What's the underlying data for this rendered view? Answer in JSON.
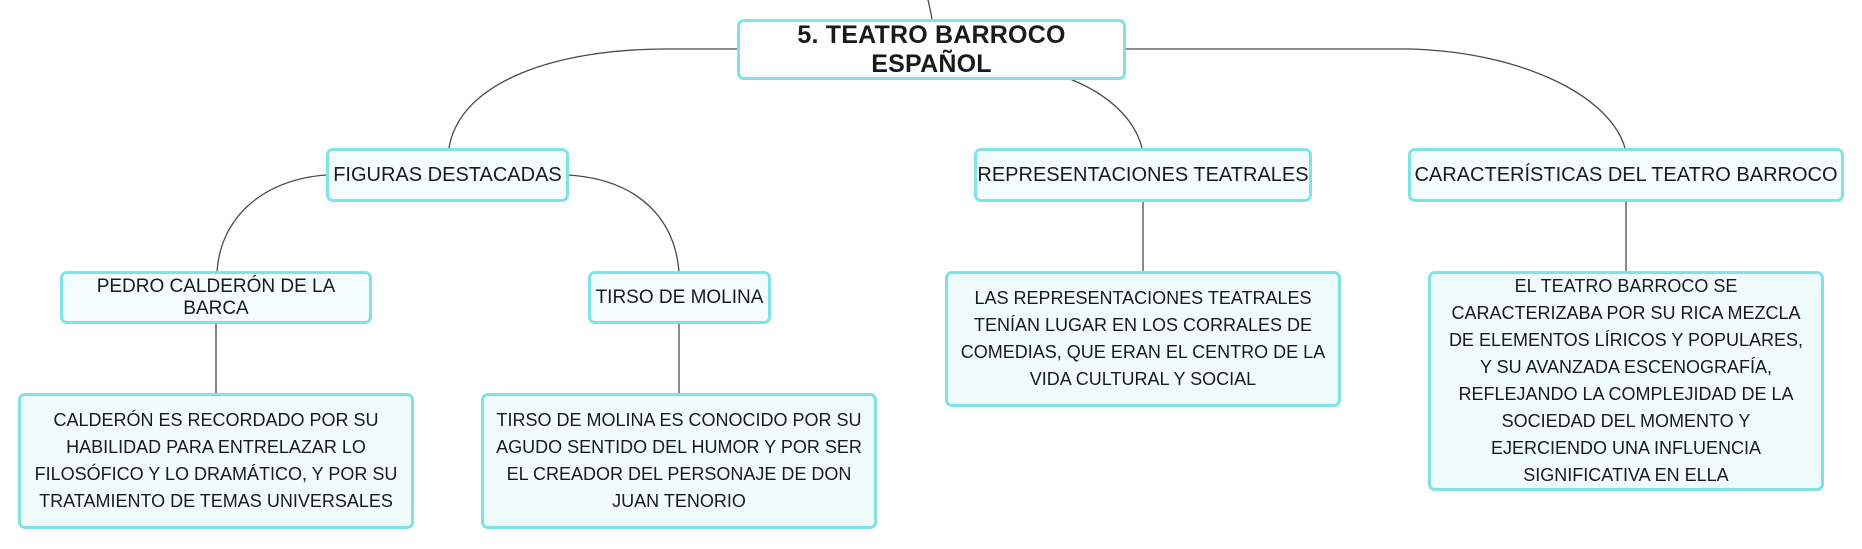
{
  "root": {
    "title": "5. TEATRO BARROCO ESPAÑOL"
  },
  "branches": {
    "figuras": {
      "label": "FIGURAS DESTACADAS",
      "children": {
        "calderon": {
          "label": "PEDRO CALDERÓN DE LA BARCA",
          "note": "CALDERÓN ES RECORDADO POR SU HABILIDAD PARA ENTRELAZAR LO FILOSÓFICO Y LO DRAMÁTICO, Y POR SU TRATAMIENTO DE TEMAS UNIVERSALES"
        },
        "tirso": {
          "label": "TIRSO DE MOLINA",
          "note": "TIRSO DE MOLINA ES CONOCIDO POR SU AGUDO SENTIDO DEL HUMOR Y POR SER EL CREADOR DEL PERSONAJE DE DON JUAN TENORIO"
        }
      }
    },
    "representaciones": {
      "label": "REPRESENTACIONES TEATRALES",
      "note": "LAS REPRESENTACIONES TEATRALES TENÍAN LUGAR EN LOS CORRALES DE COMEDIAS, QUE ERAN EL CENTRO DE LA VIDA CULTURAL Y SOCIAL"
    },
    "caracteristicas": {
      "label": "CARACTERÍSTICAS DEL TEATRO BARROCO",
      "note": "EL TEATRO BARROCO SE CARACTERIZABA POR SU RICA MEZCLA DE ELEMENTOS LÍRICOS Y POPULARES, Y SU AVANZADA ESCENOGRAFÍA, REFLEJANDO LA COMPLEJIDAD DE LA SOCIEDAD DEL MOMENTO Y EJERCIENDO UNA INFLUENCIA SIGNIFICATIVA EN ELLA"
    }
  },
  "colors": {
    "node_border": "#7fe3e6",
    "node_fill": "#eefcfc",
    "connector": "#4a4a4a",
    "text": "#1a1a1a"
  }
}
